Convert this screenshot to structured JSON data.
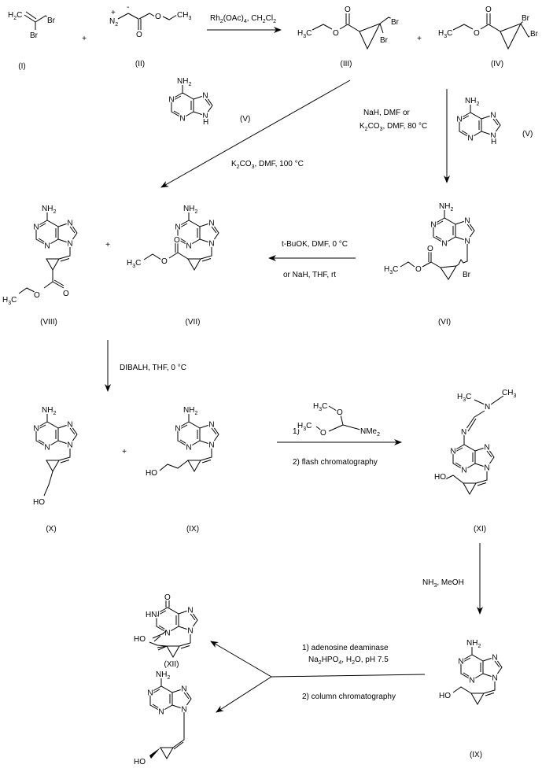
{
  "atoms": {
    "N": "N",
    "H": "H",
    "O": "O",
    "Br": "Br",
    "NH2": "NH2",
    "H2C": "H2C",
    "H3C": "H3C",
    "CH3": "CH3",
    "N2": "N2",
    "plus": "+",
    "minus": "-",
    "HO": "HO",
    "HN": "HN",
    "NMe2": "NMe2"
  },
  "compounds": {
    "I": "(I)",
    "II": "(II)",
    "III": "(III)",
    "IV": "(IV)",
    "V": "(V)",
    "VI": "(VI)",
    "VII": "(VII)",
    "VIII": "(VIII)",
    "IX": "(IX)",
    "X": "(X)",
    "XI": "(XI)",
    "XII": "(XII)"
  },
  "plus_sign": "+",
  "reagents": {
    "step1": "Rh2(OAc)4, CH2Cl2",
    "step2a": "K2CO3, DMF, 100 °C",
    "step2b_line1": "NaH, DMF  or",
    "step2b_line2": "K2CO3, DMF, 80 °C",
    "step3_line1": "t-BuOK, DMF, 0 °C",
    "step3_line2": "or  NaH, THF, rt",
    "step4": "DIBALH, THF, 0 °C",
    "step5_1": "1)",
    "step5_2": "2) flash chromatography",
    "step6": "NH3, MeOH",
    "step7_line1": "1) adenosine deaminase",
    "step7_line2": "Na2HPO4, H2O, pH 7.5",
    "step7_line3": "2) column chromatography"
  }
}
